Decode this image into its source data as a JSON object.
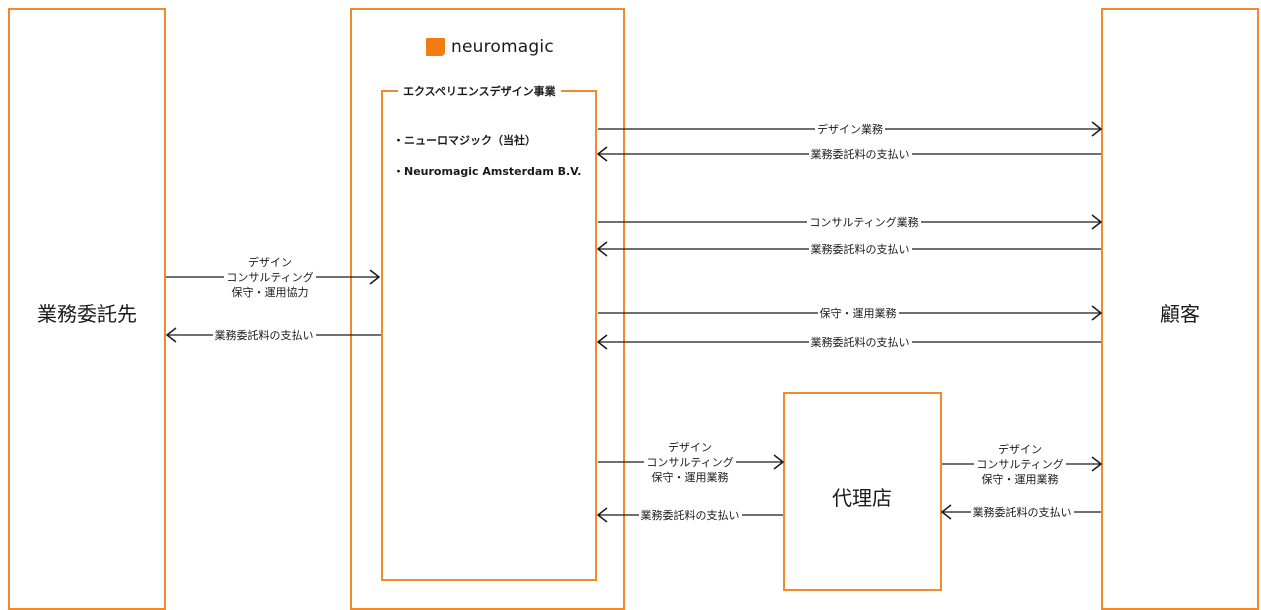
{
  "colors": {
    "accent": "#f08a2a",
    "logo": "#f07c12",
    "line": "#1a1a1a"
  },
  "nodes": {
    "contractor": "業務委託先",
    "customer": "顧客",
    "agency": "代理店",
    "brand": "neuromagic",
    "brand_icon": "neuromagic-logo-icon",
    "section_title": "エクスペリエンスデザイン事業",
    "companies": [
      "・ニューロマジック（当社）",
      "・Neuromagic Amsterdam B.V."
    ]
  },
  "arrows": [
    {
      "from": "neuromagic",
      "to": "customer",
      "label": [
        "デザイン業務"
      ]
    },
    {
      "from": "customer",
      "to": "neuromagic",
      "label": [
        "業務委託料の支払い"
      ]
    },
    {
      "from": "neuromagic",
      "to": "customer",
      "label": [
        "コンサルティング業務"
      ]
    },
    {
      "from": "customer",
      "to": "neuromagic",
      "label": [
        "業務委託料の支払い"
      ]
    },
    {
      "from": "neuromagic",
      "to": "customer",
      "label": [
        "保守・運用業務"
      ]
    },
    {
      "from": "customer",
      "to": "neuromagic",
      "label": [
        "業務委託料の支払い"
      ]
    },
    {
      "from": "contractor",
      "to": "neuromagic",
      "label": [
        "デザイン",
        "コンサルティング",
        "保守・運用協力"
      ]
    },
    {
      "from": "neuromagic",
      "to": "contractor",
      "label": [
        "業務委託料の支払い"
      ]
    },
    {
      "from": "neuromagic",
      "to": "agency",
      "label": [
        "デザイン",
        "コンサルティング",
        "保守・運用業務"
      ]
    },
    {
      "from": "agency",
      "to": "neuromagic",
      "label": [
        "業務委託料の支払い"
      ]
    },
    {
      "from": "agency",
      "to": "customer",
      "label": [
        "デザイン",
        "コンサルティング",
        "保守・運用業務"
      ]
    },
    {
      "from": "customer",
      "to": "agency",
      "label": [
        "業務委託料の支払い"
      ]
    }
  ]
}
